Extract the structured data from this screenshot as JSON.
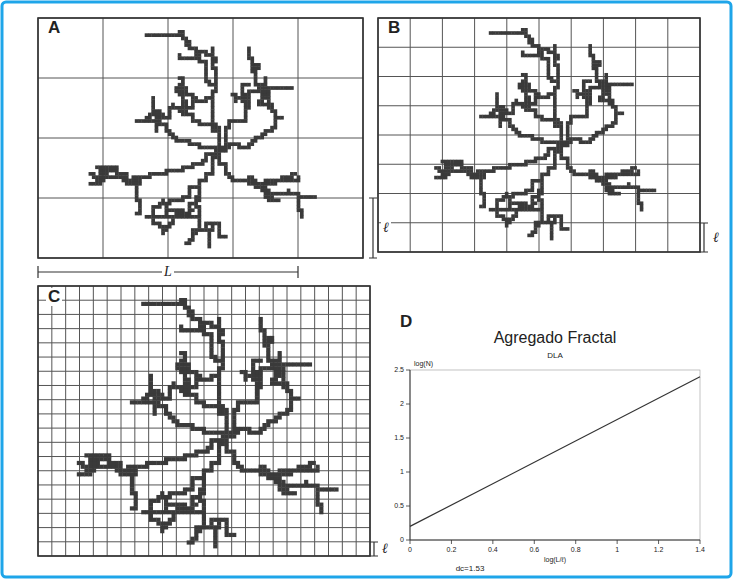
{
  "diagram": {
    "title": "Agregado Fractal",
    "labels": [
      "A",
      "B",
      "C",
      "D",
      "L",
      "ℓ",
      "ℓ",
      "ℓ",
      "DLA",
      "log(N)",
      "2.5",
      "2",
      "1.5",
      "1",
      "0.5",
      "0",
      "0",
      "0.2",
      "0.4",
      "0.6",
      "0.8",
      "1",
      "1.2",
      "1.4",
      "log(L/ℓ)",
      "dc=1.53"
    ]
  }
}
